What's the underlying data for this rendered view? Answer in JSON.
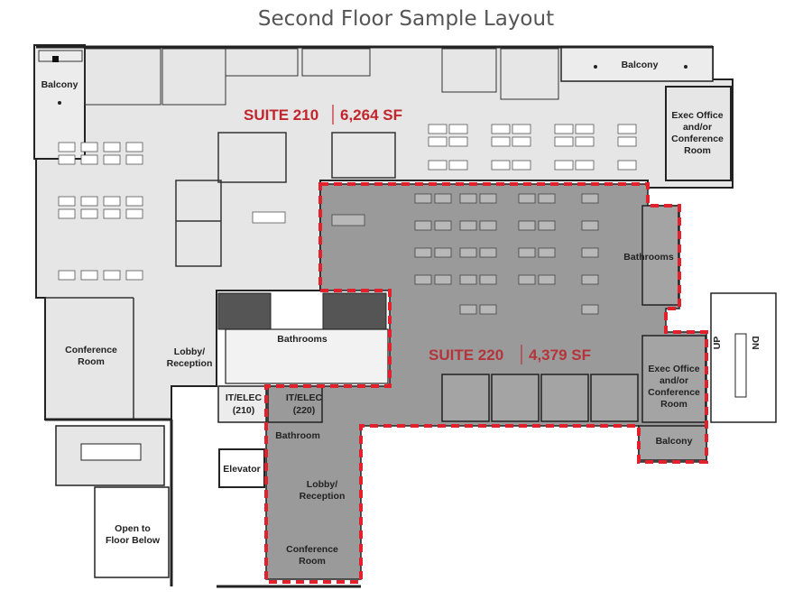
{
  "title": "Second Floor Sample Layout",
  "suite210": {
    "name": "SUITE 210",
    "area": "6,264 SF"
  },
  "suite220": {
    "name": "SUITE 220",
    "area": "4,379 SF"
  },
  "rooms": {
    "balcony_left": "Balcony",
    "balcony_top_right": "Balcony",
    "exec_210": [
      "Exec Office",
      "and/or",
      "Conference",
      "Room"
    ],
    "bathrooms_220": "Bathrooms",
    "bathrooms_center": "Bathrooms",
    "conference_210": [
      "Conference",
      "Room"
    ],
    "lobby_210": [
      "Lobby/",
      "Reception"
    ],
    "it_210": [
      "IT/ELEC",
      "(210)"
    ],
    "it_220": [
      "IT/ELEC",
      "(220)"
    ],
    "bathroom_small": "Bathroom",
    "elevator": "Elevator",
    "lobby_220": [
      "Lobby/",
      "Reception"
    ],
    "conference_220": [
      "Conference",
      "Room"
    ],
    "exec_220": [
      "Exec Office",
      "and/or",
      "Conference",
      "Room"
    ],
    "balcony_220": "Balcony",
    "open_below": [
      "Open to",
      "Floor Below"
    ],
    "stair_up": "UP",
    "stair_dn": "DN"
  },
  "colors": {
    "suite210_fill": "#e6e6e6",
    "suite220_fill": "#9a9a9a",
    "suite210_text": "#c0262c",
    "suite220_text": "#b5343a",
    "boundary_dash": "#e3202b",
    "wall": "#222222",
    "core_dark": "#555555"
  }
}
